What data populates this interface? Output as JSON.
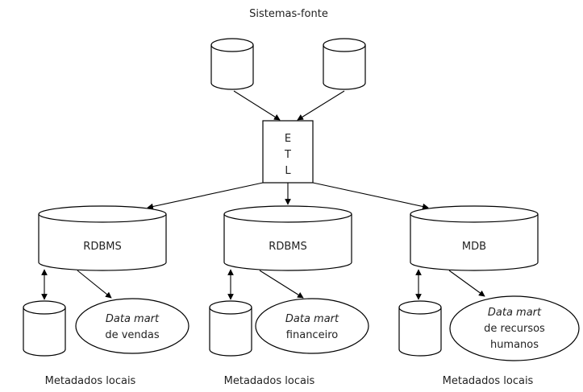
{
  "diagram": {
    "title": "Sistemas-fonte",
    "etl": [
      "E",
      "T",
      "L"
    ],
    "stores": [
      {
        "label": "RDBMS",
        "mart_line1": "Data mart",
        "mart_line2": "de vendas",
        "mart_line3": "",
        "meta_label": "Metadados locais"
      },
      {
        "label": "RDBMS",
        "mart_line1": "Data mart",
        "mart_line2": "financeiro",
        "mart_line3": "",
        "meta_label": "Metadados locais"
      },
      {
        "label": "MDB",
        "mart_line1": "Data mart",
        "mart_line2": "de recursos",
        "mart_line3": "humanos",
        "meta_label": "Metadados locais"
      }
    ]
  }
}
